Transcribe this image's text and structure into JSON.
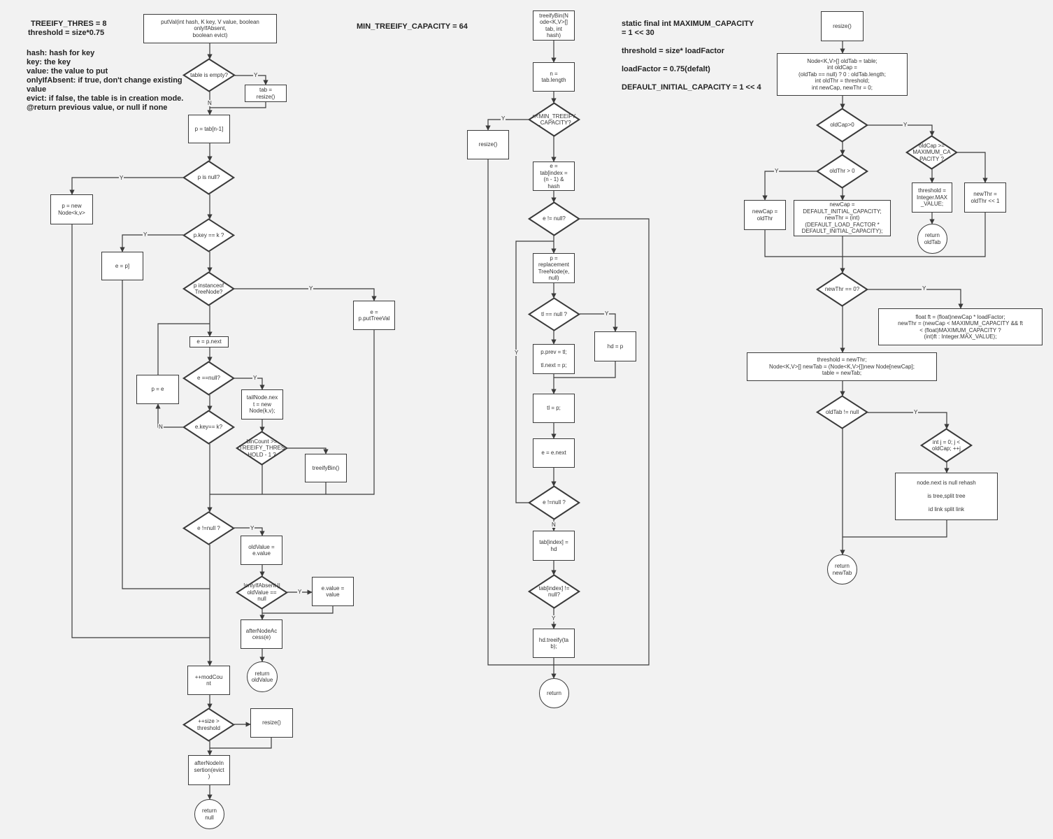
{
  "colors": {
    "background": "#f2f2f2",
    "stroke": "#3a3a3a",
    "fill": "#ffffff",
    "text": "#222222"
  },
  "notes": {
    "treeify_thres": "TREEIFY_THRES = 8",
    "threshold_formula": "threshold = size*0.75",
    "params": "hash: hash for key\nkey: the key\nvalue: the value to put\nonlyIfAbsent: if true, don't change existing\nvalue\nevict: if false, the table is in creation mode.\n@return previous value, or null if none",
    "min_treeify_capacity": "MIN_TREEIFY_CAPACITY = 64",
    "constants": "static final int MAXIMUM_CAPACITY\n= 1 << 30\n\nthreshold = size* loadFactor\n\nloadFactor = 0.75(defalt)\n\nDEFAULT_INITIAL_CAPACITY = 1 << 4"
  },
  "putval": {
    "start": "putVal(int hash, K key, V value, boolean\nonlyIfAbsent,\nboolean evict)",
    "table_empty": "table is empty?",
    "tab_resize": "tab =\nresize()",
    "p_tab": "p = tab[n-1]",
    "p_null": "p is null?",
    "p_new_node": "p = new\nNode<k,v>",
    "p_key_eq": "p.key == k ?",
    "e_eq_p": "e = p]",
    "instanceof_tree": "p instanceof\nTreeNode?",
    "e_put_tree": "e =\np.putTreeVal",
    "e_p_next": "e = p.next",
    "p_eq_e": "p = e",
    "e_null_check": "e ==null?",
    "tail_next": "tailNode.nex\nt = new\nNode(k,v);",
    "e_key_eq": "e.key== k?",
    "bincount": "binCount >=\nTREEIFY_THRES\nHOLD - 1 ?",
    "treeify_call": "treeifyBin()",
    "e_not_null": "e !=null ?",
    "old_value": "oldValue =\ne.value",
    "only_if_absent": "!onlyIfAbsent ||\noldValue ==\nnull",
    "e_value": "e.value =\nvalue",
    "after_access": "afterNodeAc\ncess(e)",
    "return_old": "return\noldValue",
    "mod_count": "++modCou\nnt",
    "size_threshold": "++size >\nthreshold",
    "resize2": "resize()",
    "after_insertion": "afterNodeIn\nsertion(evict\n)",
    "return_null": "return\nnull"
  },
  "treeify": {
    "start": "treeifyBin(N\node<K,V>[]\ntab, int\nhash)",
    "n_len": "n =\ntab.length",
    "n_min": "n<MIN_TREEIFY\n_CAPACITY?",
    "resize": "resize()",
    "e_tab": "e =\ntab[index =\n(n - 1) &\nhash",
    "e_not_null": "e != null?",
    "p_replace": "p =\nreplacement\nTreeNode(e,\nnull)",
    "tl_null": "tl == null ?",
    "hd_p": "hd = p",
    "p_prev": "p.prev = tl;\n\ntl.next = p;",
    "tl_p": "tl = p;",
    "e_next": "e = e.next",
    "e_not_null2": "e !=null ?",
    "tab_index_hd": "tab[index] =\nhd",
    "tab_index_nn": "tab[index] !=\nnull?",
    "hd_treeify": "hd.treeify(ta\nb);",
    "return": "return"
  },
  "resize": {
    "start": "resize()",
    "init": "Node<K,V>[] oldTab = table;\nint oldCap =\n(oldTab == null) ? 0 : oldTab.length;\nint oldThr = threshold;\nint newCap, newThr = 0;",
    "oldcap_gt0": "oldCap>0",
    "oldcap_max": "oldCap >=\nMAXIMUM_CA\nPACITY ?",
    "threshold_max": "threshold =\nInteger.MAX\n_VALUE;",
    "return_oldtab": "return\noldTab",
    "newthr_shift": "newThr =\noldThr << 1",
    "oldthr_gt0": "oldThr > 0",
    "newcap_oldthr": "newCap =\noldThr",
    "newcap_default": "newCap =\nDEFAULT_INITIAL_CAPACITY;\nnewThr = (int)\n(DEFAULT_LOAD_FACTOR *\nDEFAULT_INITIAL_CAPACITY);",
    "newthr_zero": "newThr == 0?",
    "float_ft": "float ft = (float)newCap * loadFactor;\nnewThr = (newCap < MAXIMUM_CAPACITY && ft\n< (float)MAXIMUM_CAPACITY ?\n(int)ft : Integer.MAX_VALUE);",
    "threshold_assign": "threshold = newThr;\nNode<K,V>[] newTab = (Node<K,V>[])new Node[newCap];\ntable = newTab;",
    "oldtab_not_null": "oldTab != null",
    "for_loop": "int j = 0; j <\noldCap; ++j",
    "rehash": "node.next is null rehash\n\nis tree,split tree\n\nid link split link",
    "return_newtab": "return\nnewTab"
  },
  "edge_labels": {
    "yes": "Y",
    "no": "N"
  }
}
